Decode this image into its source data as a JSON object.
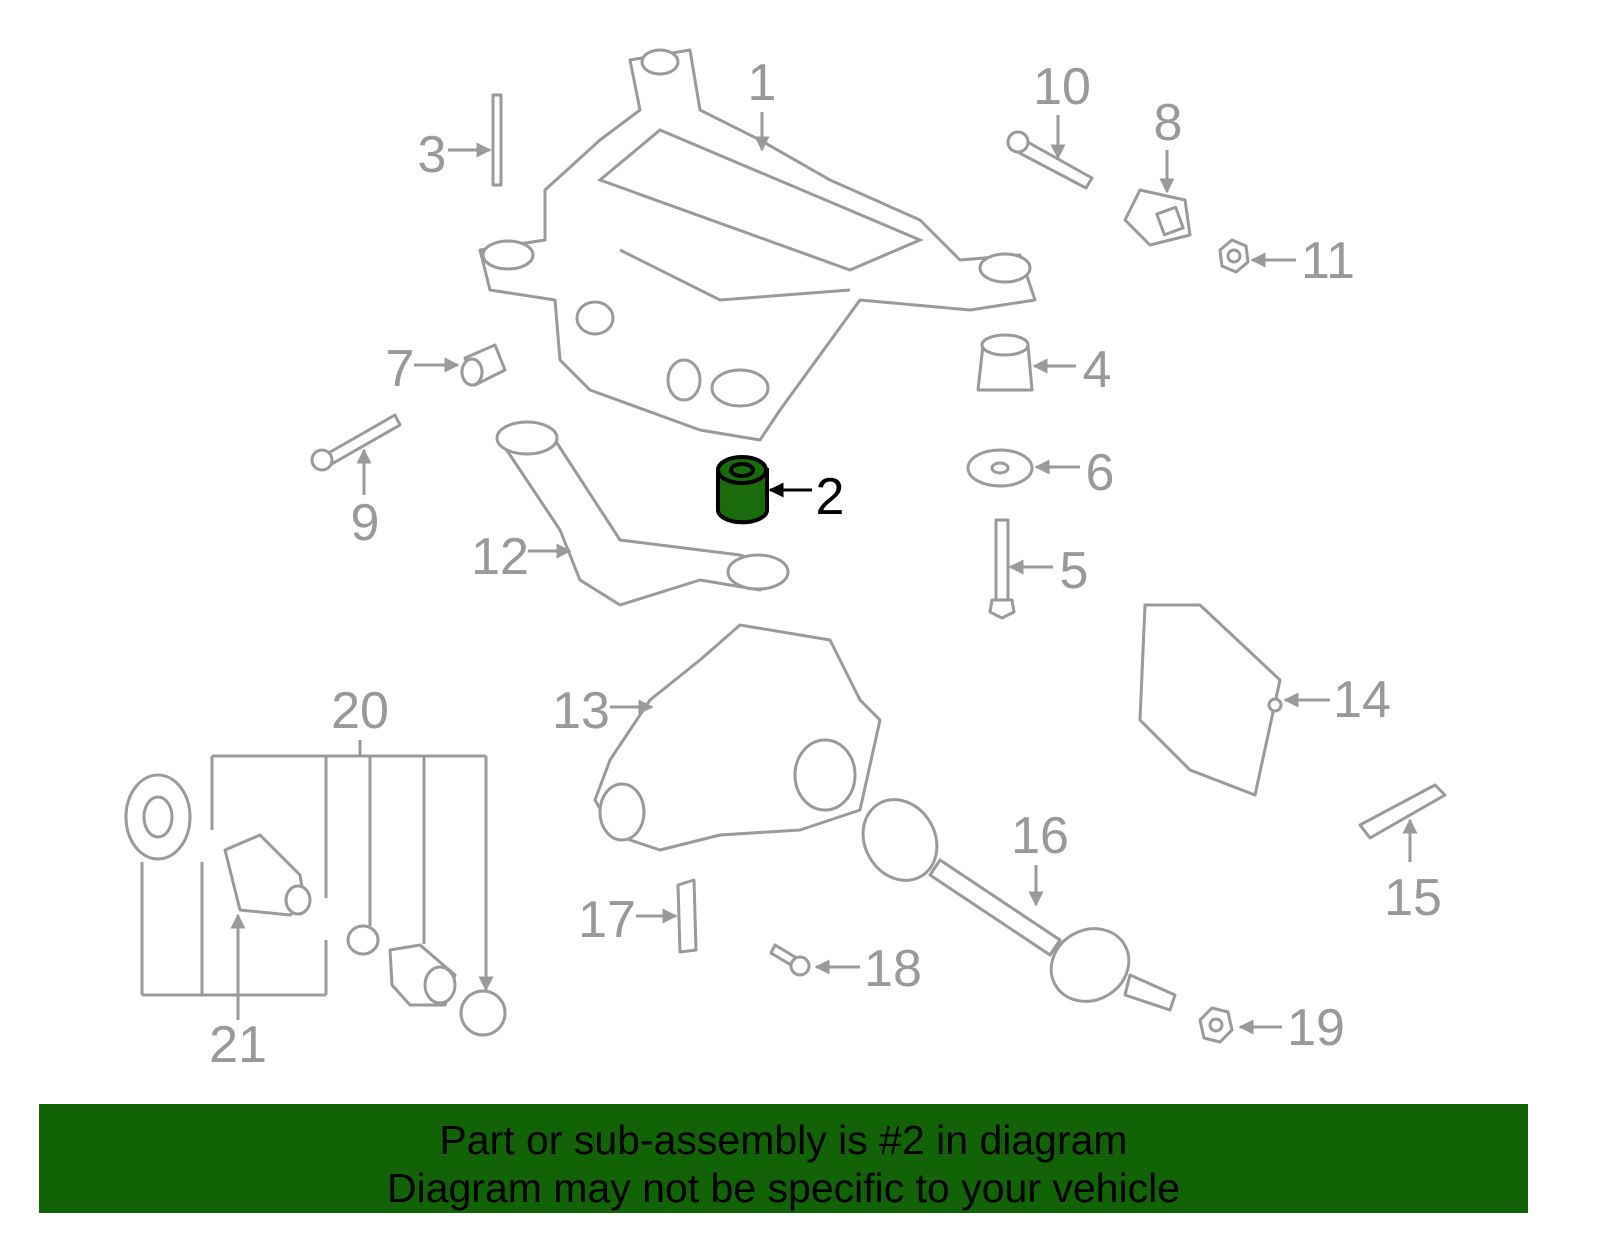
{
  "diagram": {
    "callouts": [
      "1",
      "2",
      "3",
      "4",
      "5",
      "6",
      "7",
      "8",
      "9",
      "10",
      "11",
      "12",
      "13",
      "14",
      "15",
      "16",
      "17",
      "18",
      "19",
      "20",
      "21"
    ],
    "highlighted_part": "2",
    "highlight_color": "#1a6b0c",
    "part_outline_color": "#9a9a9a"
  },
  "banner": {
    "line1": "Part or sub-assembly is #2 in diagram",
    "line2": "Diagram may not be specific to your vehicle",
    "color": "#126305"
  }
}
